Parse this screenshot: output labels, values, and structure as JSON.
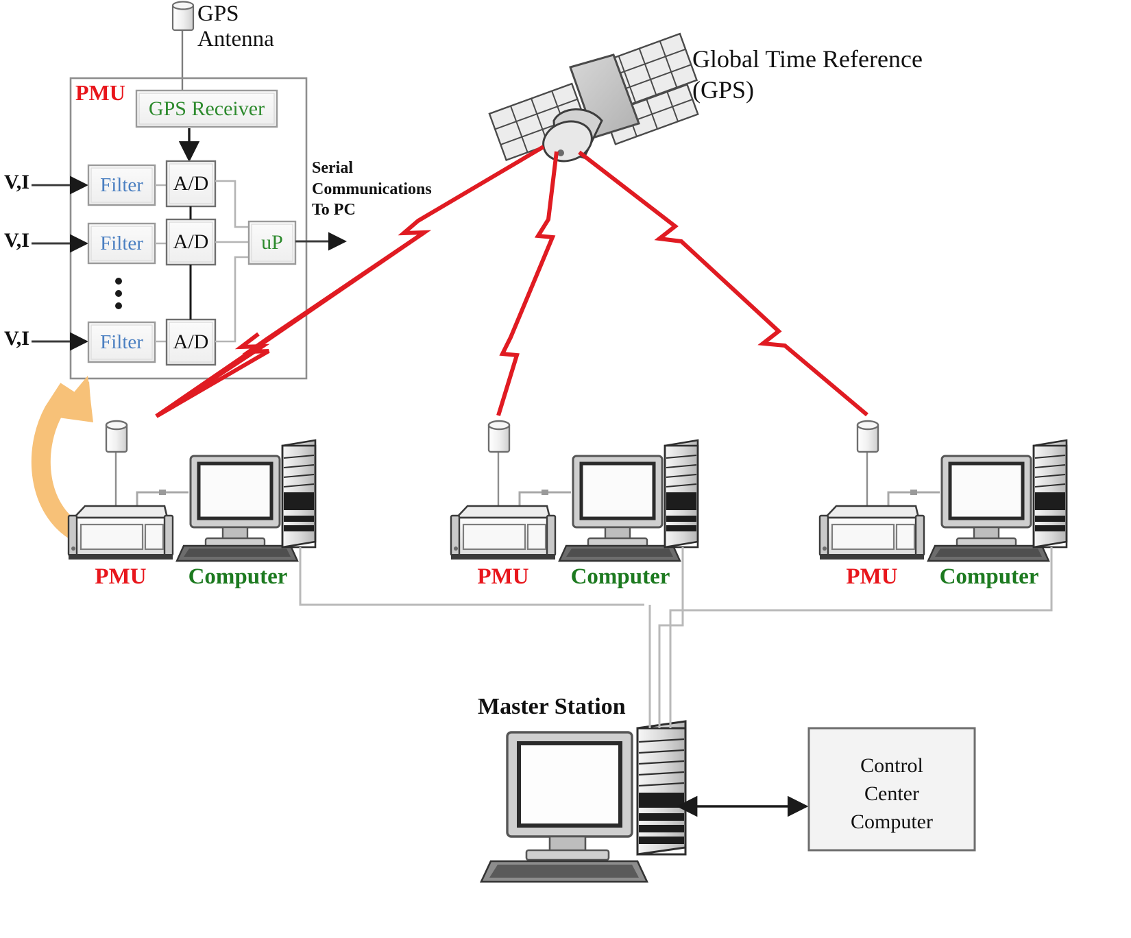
{
  "diagram": {
    "title_gps_ref": "Global Time Reference\n(GPS)",
    "gps_antenna_label": "GPS\nAntenna",
    "pmu_block": {
      "title": "PMU",
      "gps_receiver": "GPS Receiver",
      "microprocessor": "uP",
      "channels": [
        {
          "input": "V,I",
          "filter": "Filter",
          "adc": "A/D"
        },
        {
          "input": "V,I",
          "filter": "Filter",
          "adc": "A/D"
        },
        {
          "input": "V,I",
          "filter": "Filter",
          "adc": "A/D"
        }
      ],
      "vertical_ellipsis": "⋮",
      "serial_output": "Serial\nCommunications\nTo PC"
    },
    "stations": [
      {
        "pmu_label": "PMU",
        "computer_label": "Computer"
      },
      {
        "pmu_label": "PMU",
        "computer_label": "Computer"
      },
      {
        "pmu_label": "PMU",
        "computer_label": "Computer"
      }
    ],
    "master_station_label": "Master Station",
    "control_center_label": "Control\nCenter\nComputer",
    "colors": {
      "pmu_red": "#e8161c",
      "computer_green": "#1d7a20",
      "gps_receiver_green": "#2d8a2d",
      "filter_blue": "#4a7fc1",
      "lightning_red": "#e01b22",
      "highlight_orange": "#f7c178",
      "box_fill": "#f2f2f2",
      "box_stroke": "#9a9a9a",
      "line_gray": "#bfbfbf"
    }
  }
}
